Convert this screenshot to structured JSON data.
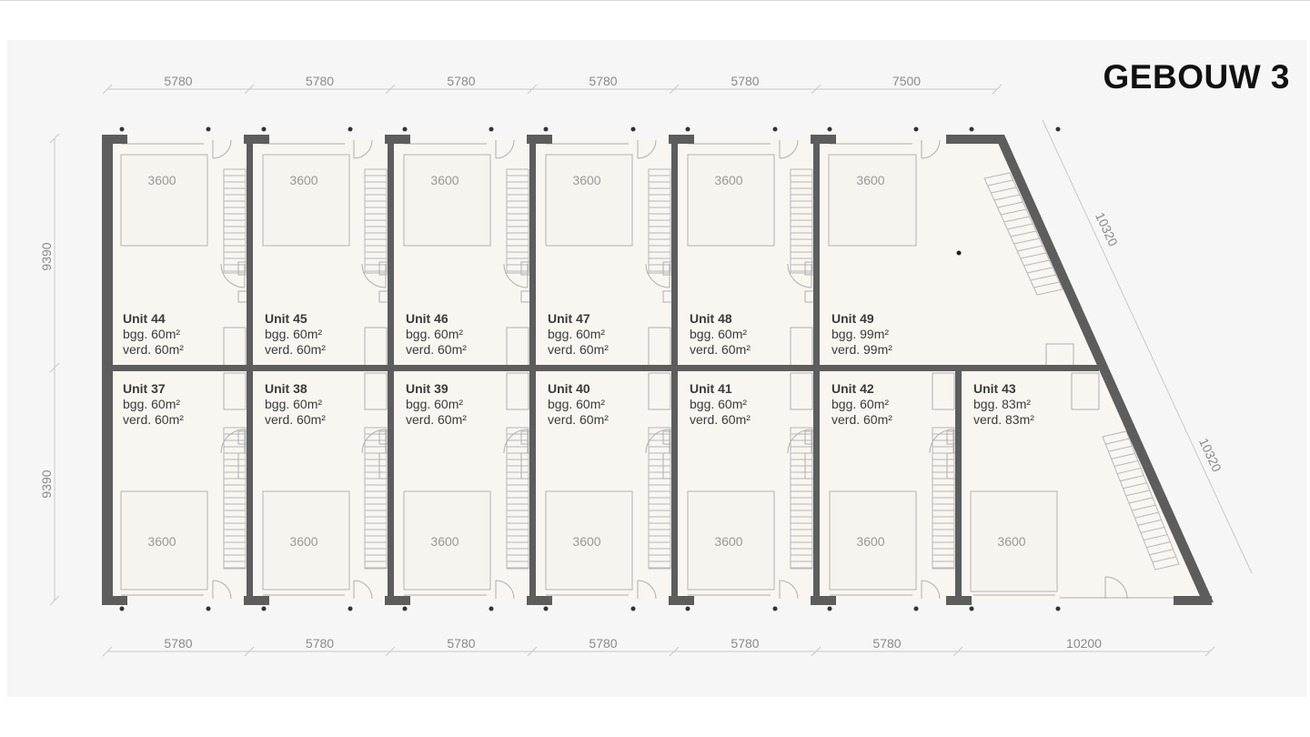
{
  "title": "GEBOUW 3",
  "dimensions": {
    "top": [
      "5780",
      "5780",
      "5780",
      "5780",
      "5780",
      "7500"
    ],
    "bottom": [
      "5780",
      "5780",
      "5780",
      "5780",
      "5780",
      "5780",
      "10200"
    ],
    "left": [
      "9390",
      "9390"
    ],
    "right_slant": [
      "10320",
      "10320"
    ]
  },
  "room_width_label": "3600",
  "units_top": [
    {
      "name": "Unit 44",
      "bgg": "bgg. 60m²",
      "verd": "verd. 60m²"
    },
    {
      "name": "Unit 45",
      "bgg": "bgg. 60m²",
      "verd": "verd. 60m²"
    },
    {
      "name": "Unit 46",
      "bgg": "bgg. 60m²",
      "verd": "verd. 60m²"
    },
    {
      "name": "Unit 47",
      "bgg": "bgg. 60m²",
      "verd": "verd. 60m²"
    },
    {
      "name": "Unit 48",
      "bgg": "bgg. 60m²",
      "verd": "verd. 60m²"
    },
    {
      "name": "Unit 49",
      "bgg": "bgg. 99m²",
      "verd": "verd. 99m²"
    }
  ],
  "units_bottom": [
    {
      "name": "Unit 37",
      "bgg": "bgg. 60m²",
      "verd": "verd. 60m²"
    },
    {
      "name": "Unit 38",
      "bgg": "bgg. 60m²",
      "verd": "verd. 60m²"
    },
    {
      "name": "Unit 39",
      "bgg": "bgg. 60m²",
      "verd": "verd. 60m²"
    },
    {
      "name": "Unit 40",
      "bgg": "bgg. 60m²",
      "verd": "verd. 60m²"
    },
    {
      "name": "Unit 41",
      "bgg": "bgg. 60m²",
      "verd": "verd. 60m²"
    },
    {
      "name": "Unit 42",
      "bgg": "bgg. 60m²",
      "verd": "verd. 60m²"
    },
    {
      "name": "Unit 43",
      "bgg": "bgg. 83m²",
      "verd": "verd. 83m²"
    }
  ],
  "colors": {
    "wall": "#5d5d5d",
    "floor": "#f9f5f1",
    "dimension": "#8a8a8a",
    "text": "#3b3b3b"
  }
}
